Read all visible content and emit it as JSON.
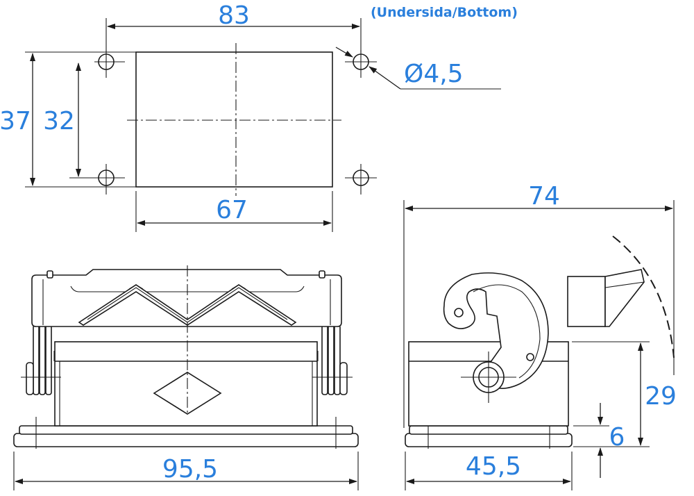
{
  "top_view": {
    "note": "(Undersida/Bottom)",
    "dim_width_holes": "83",
    "dim_width_opening": "67",
    "dim_height_outer": "37",
    "dim_height_holes": "32",
    "dim_hole_diameter": "Ø4,5"
  },
  "front_view": {
    "dim_width": "95,5"
  },
  "side_view": {
    "dim_width_total": "74",
    "dim_width_base": "45,5",
    "dim_height": "29",
    "dim_flange": "6"
  },
  "colors": {
    "dimension_text": "#2a7fdc",
    "line": "#1a1a1a"
  }
}
